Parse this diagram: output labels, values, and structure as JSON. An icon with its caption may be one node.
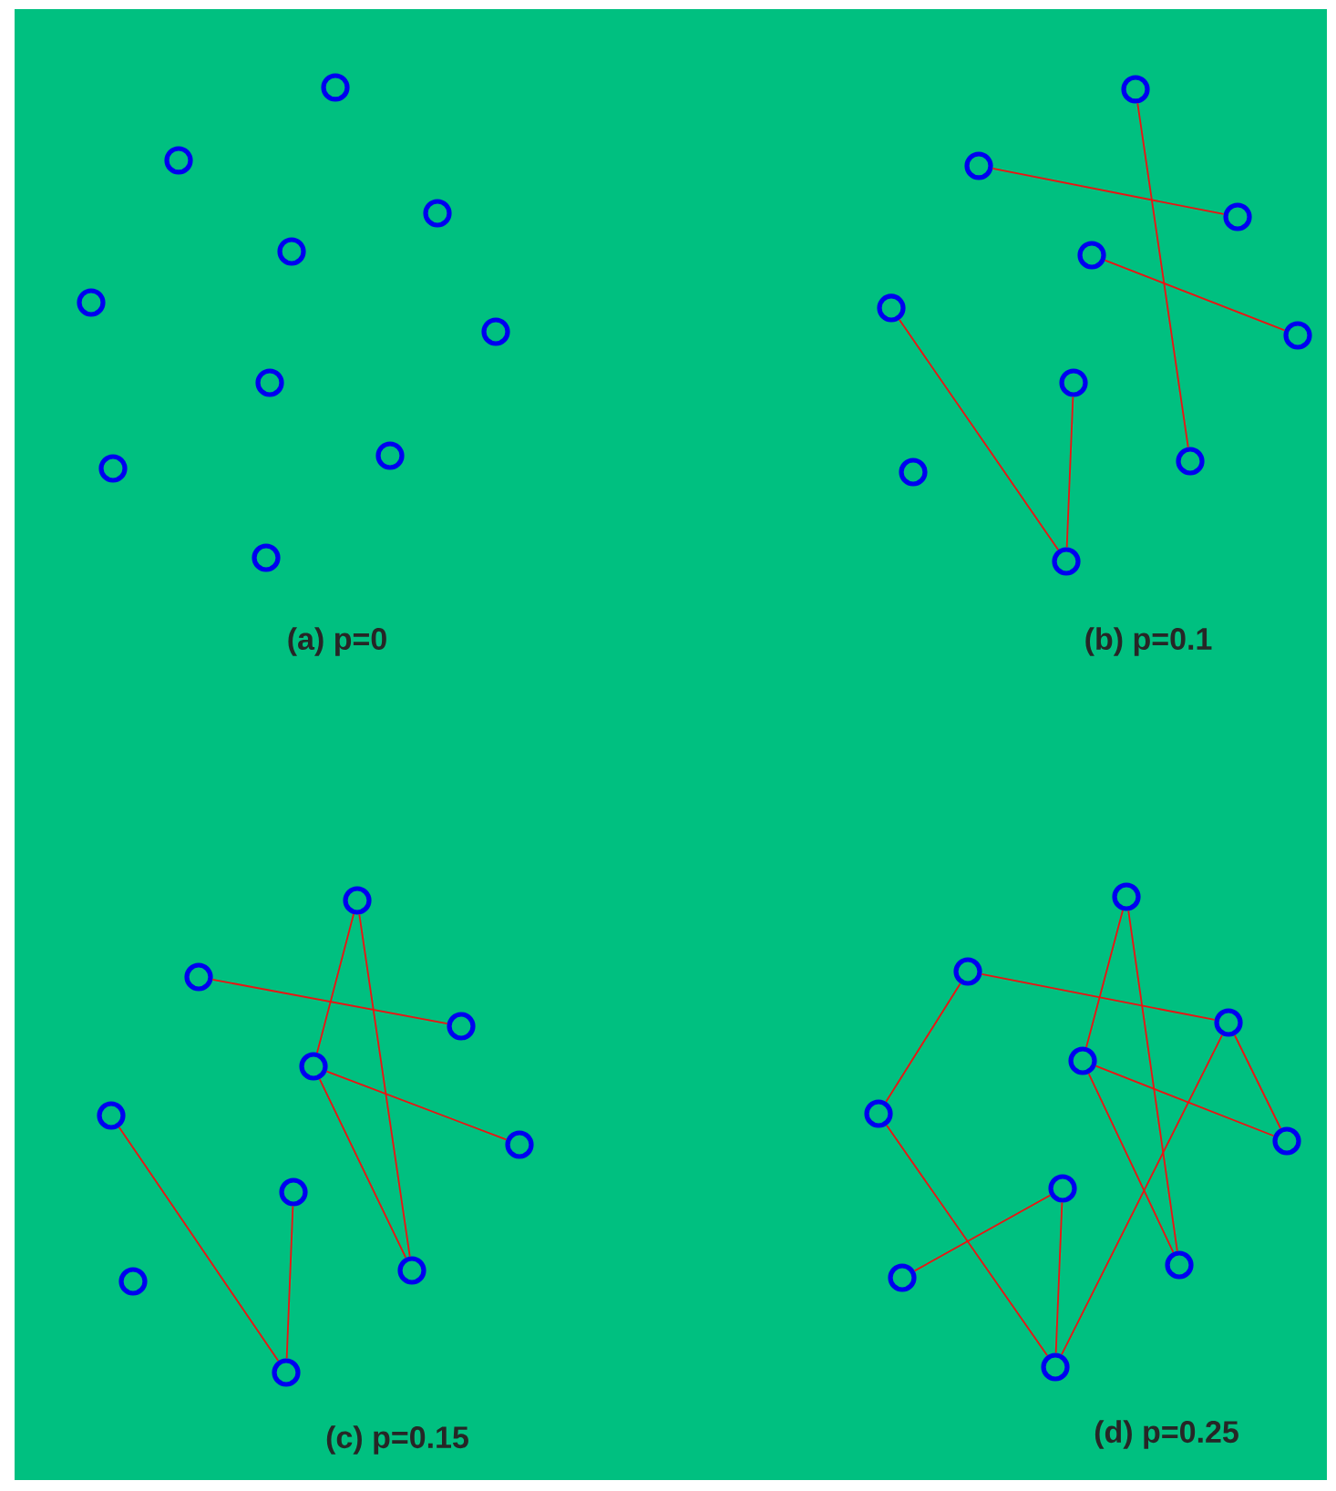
{
  "diagram": {
    "nodes": [
      {
        "text": [],
        "shape": "circle"
      },
      {
        "text": [],
        "shape": "circle"
      },
      {
        "text": [],
        "shape": "circle"
      },
      {
        "text": [],
        "shape": "circle"
      },
      {
        "text": [],
        "shape": "circle"
      },
      {
        "text": [],
        "shape": "circle"
      },
      {
        "text": [],
        "shape": "circle"
      },
      {
        "text": [],
        "shape": "circle"
      },
      {
        "text": [],
        "shape": "circle"
      },
      {
        "text": [],
        "shape": "circle"
      },
      {
        "text": [],
        "shape": "circle"
      },
      {
        "text": [],
        "shape": "circle"
      },
      {
        "text": [],
        "shape": "circle"
      },
      {
        "text": [],
        "shape": "circle"
      },
      {
        "text": [],
        "shape": "circle"
      },
      {
        "text": [],
        "shape": "circle"
      },
      {
        "text": [],
        "shape": "circle"
      },
      {
        "text": [],
        "shape": "circle"
      },
      {
        "text": [],
        "shape": "circle"
      },
      {
        "text": [],
        "shape": "circle"
      },
      {
        "text": [],
        "shape": "circle"
      },
      {
        "text": [],
        "shape": "circle"
      },
      {
        "text": [],
        "shape": "circle"
      },
      {
        "text": [],
        "shape": "circle"
      },
      {
        "text": [],
        "shape": "circle"
      },
      {
        "text": [],
        "shape": "circle"
      },
      {
        "text": [],
        "shape": "circle"
      },
      {
        "text": [],
        "shape": "circle"
      },
      {
        "text": [],
        "shape": "circle"
      },
      {
        "text": [],
        "shape": "circle"
      },
      {
        "text": [],
        "shape": "circle"
      },
      {
        "text": [],
        "shape": "circle"
      },
      {
        "text": [],
        "shape": "circle"
      },
      {
        "text": [],
        "shape": "circle"
      },
      {
        "text": [],
        "shape": "circle"
      },
      {
        "text": [],
        "shape": "circle"
      },
      {
        "text": [],
        "shape": "circle"
      },
      {
        "text": [],
        "shape": "circle"
      },
      {
        "text": [],
        "shape": "circle"
      },
      {
        "text": [],
        "shape": "circle"
      }
    ],
    "edges": [
      {
        "from": 10,
        "to": 17,
        "arrow": "none"
      },
      {
        "from": 11,
        "to": 12,
        "arrow": "none"
      },
      {
        "from": 13,
        "to": 15,
        "arrow": "none"
      },
      {
        "from": 14,
        "to": 19,
        "arrow": "none"
      },
      {
        "from": 16,
        "to": 19,
        "arrow": "none"
      },
      {
        "from": 20,
        "to": 23,
        "arrow": "none"
      },
      {
        "from": 20,
        "to": 27,
        "arrow": "none"
      },
      {
        "from": 21,
        "to": 22,
        "arrow": "none"
      },
      {
        "from": 23,
        "to": 25,
        "arrow": "none"
      },
      {
        "from": 23,
        "to": 27,
        "arrow": "none"
      },
      {
        "from": 24,
        "to": 29,
        "arrow": "none"
      },
      {
        "from": 26,
        "to": 29,
        "arrow": "none"
      },
      {
        "from": 30,
        "to": 33,
        "arrow": "none"
      },
      {
        "from": 30,
        "to": 37,
        "arrow": "none"
      },
      {
        "from": 31,
        "to": 32,
        "arrow": "none"
      },
      {
        "from": 31,
        "to": 34,
        "arrow": "none"
      },
      {
        "from": 32,
        "to": 35,
        "arrow": "none"
      },
      {
        "from": 32,
        "to": 39,
        "arrow": "none"
      },
      {
        "from": 33,
        "to": 35,
        "arrow": "none"
      },
      {
        "from": 33,
        "to": 37,
        "arrow": "none"
      },
      {
        "from": 34,
        "to": 39,
        "arrow": "none"
      },
      {
        "from": 36,
        "to": 38,
        "arrow": "none"
      },
      {
        "from": 36,
        "to": 39,
        "arrow": "none"
      }
    ],
    "labels": [
      "(a) p=0",
      "(b) p=0.1",
      "(c) p=0.15",
      "(d) p=0.25"
    ]
  }
}
